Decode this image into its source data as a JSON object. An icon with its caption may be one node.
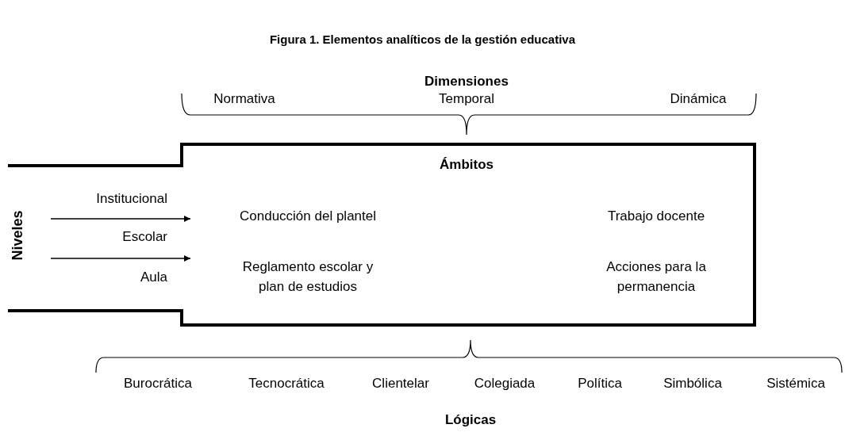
{
  "diagram": {
    "title": "Figura 1. Elementos analíticos de la gestión educativa",
    "nodes": [
      {
        "text": [
          "Ámbitos"
        ]
      },
      {
        "text": [
          "Conducción del plantel"
        ],
        "in": 0
      },
      {
        "text": [
          "Trabajo docente"
        ],
        "in": 0
      },
      {
        "text": [
          "Reglamento escolar y plan de estudios"
        ],
        "in": 0
      },
      {
        "text": [
          "Acciones para la permanencia"
        ],
        "in": 0
      }
    ],
    "edges": [
      {
        "from": null,
        "to": 1,
        "arrow": "to"
      },
      {
        "from": null,
        "to": 3,
        "arrow": "to"
      }
    ],
    "labels": [
      "Dimensiones",
      "Normativa",
      "Temporal",
      "Dinámica",
      "Niveles",
      "Institucional",
      "Escolar",
      "Aula",
      "Burocrática",
      "Tecnocrática",
      "Clientelar",
      "Colegiada",
      "Política",
      "Simbólica",
      "Sistémica",
      "Lógicas"
    ]
  }
}
